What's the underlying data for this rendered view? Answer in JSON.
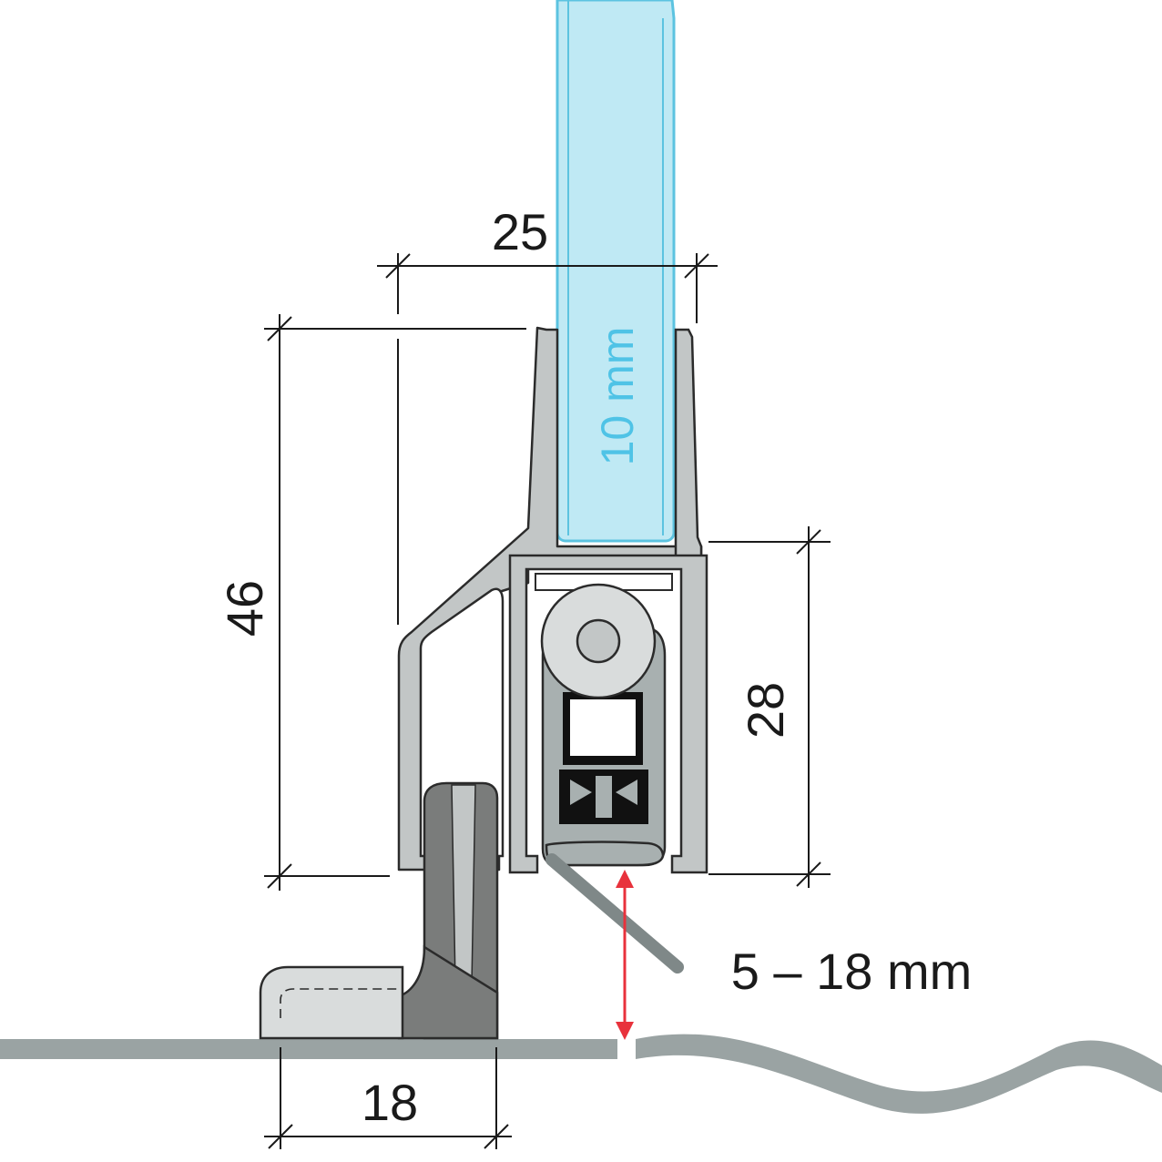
{
  "dimensions": {
    "top_width": "25",
    "total_height": "46",
    "seal_height": "28",
    "bottom_width": "18",
    "gap_range": "5 – 18 mm"
  },
  "glass": {
    "thickness_label": "10 mm"
  },
  "colors": {
    "glass_fill": "#bfe9f4",
    "glass_stroke": "#5cc3e0",
    "glass_text": "#4fc3e6",
    "aluminium": "#c2c6c6",
    "aluminium_stroke": "#2b2b2b",
    "seal_dark": "#7a7c7b",
    "floor": "#9aa3a3",
    "gap_arrow": "#e8323c",
    "dimension_line": "#1a1a1a"
  }
}
